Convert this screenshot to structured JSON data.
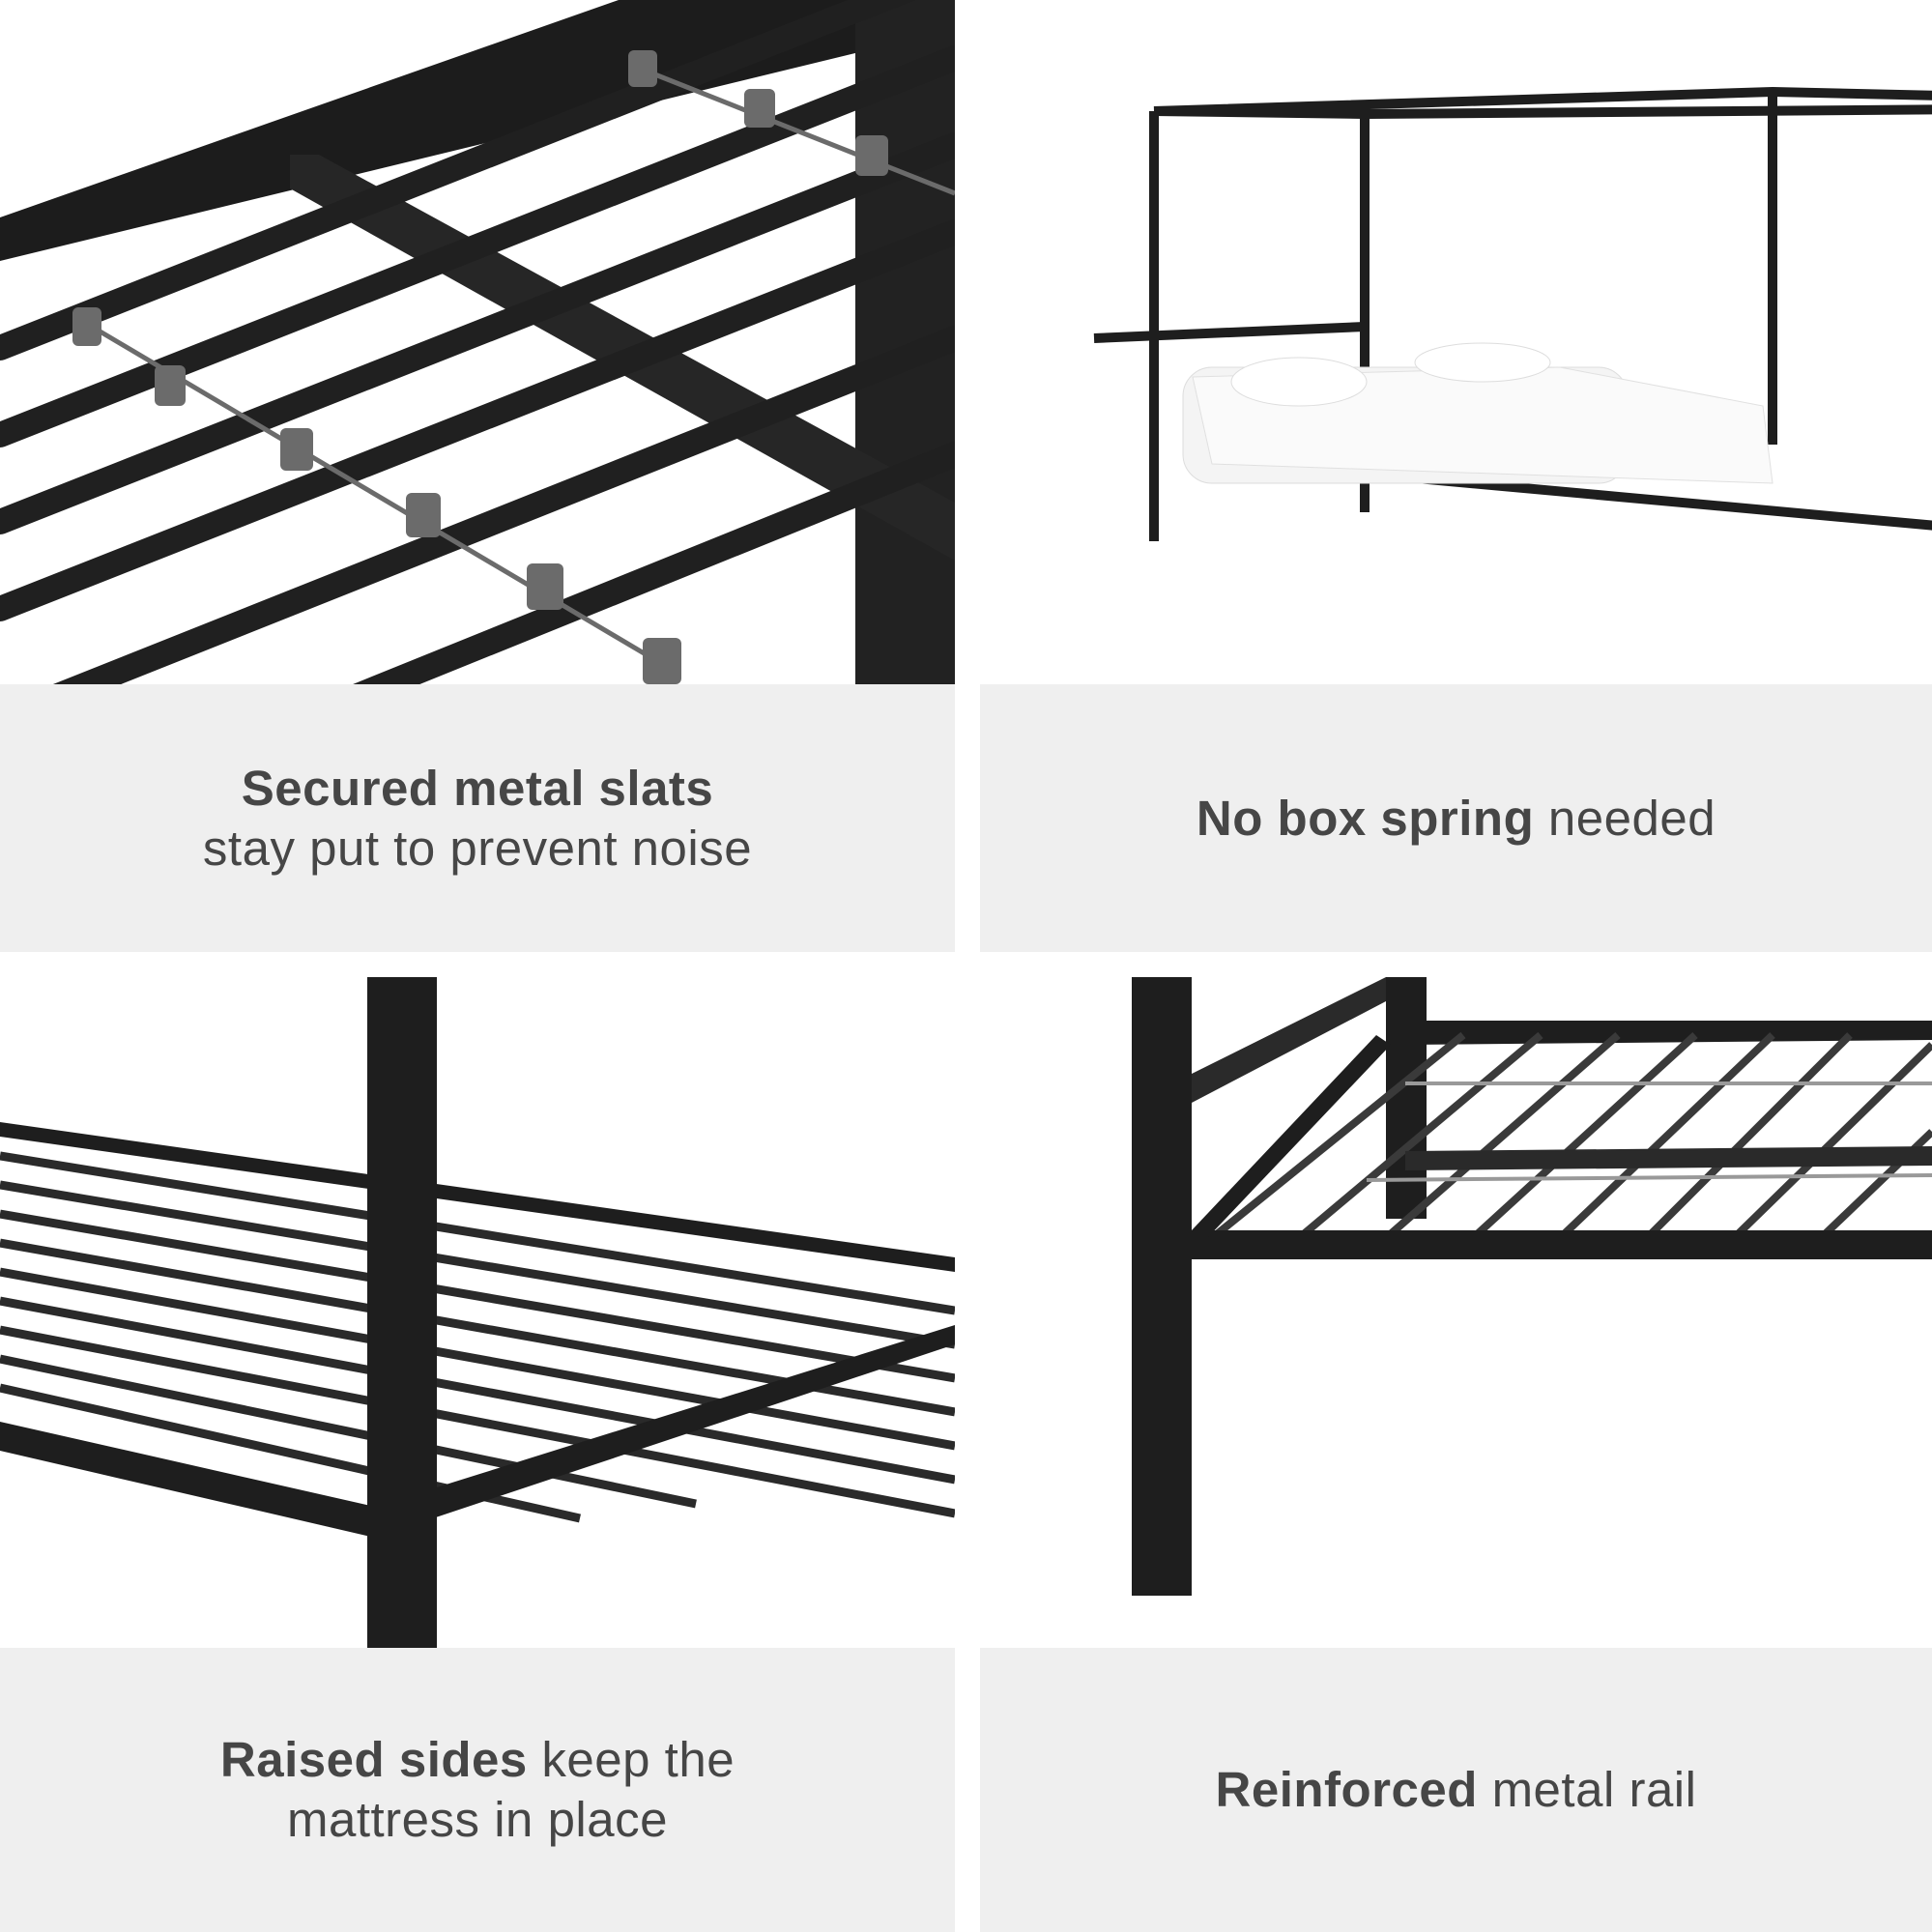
{
  "features": [
    {
      "bold": "Secured metal slats",
      "rest": "",
      "line2": "stay put to prevent noise"
    },
    {
      "bold": "No box spring",
      "rest": " needed",
      "line2": ""
    },
    {
      "bold": "Raised sides",
      "rest": " keep the",
      "line2": "mattress in place"
    },
    {
      "bold": "Reinforced",
      "rest": " metal rail",
      "line2": ""
    }
  ],
  "colors": {
    "panel": "#efefef",
    "text": "#464646",
    "frame": "#1e1e1e",
    "connector": "#6b6b6b"
  }
}
